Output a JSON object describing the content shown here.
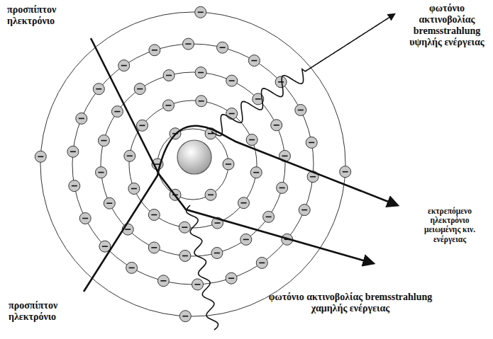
{
  "diagram": {
    "labels": [
      "προσπίπτον ηλεκτρόνιο",
      "φωτόνιο ακτινοβολίας bremsstrahlung υψηλής ενέργειας",
      "εκτρεπόμενο ηλεκτρόνιο μειωμένης κιν. ενέργειας",
      "προσπίπτον ηλεκτρόνιο",
      "φωτόνιο ακτινοβολίας bremsstrahlung χαμηλής ενέργειας"
    ]
  }
}
